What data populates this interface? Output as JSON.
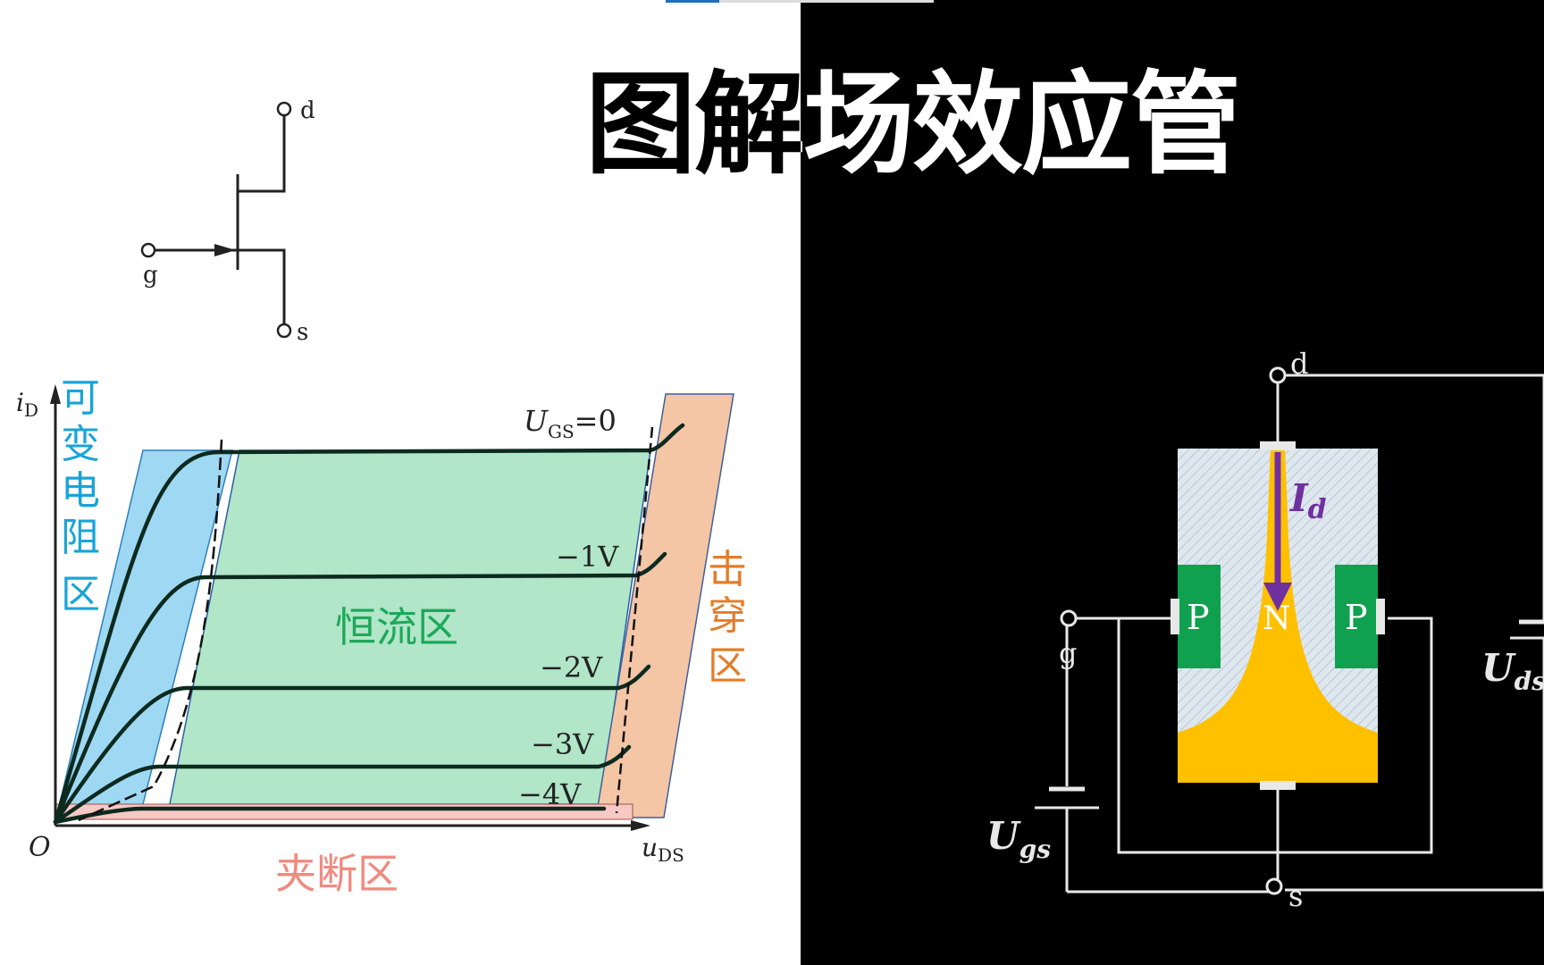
{
  "title": "图解场效应管",
  "symbol": {
    "drain_label": "d",
    "gate_label": "g",
    "source_label": "s"
  },
  "curves": {
    "y_axis_label": "i",
    "y_axis_sub": "D",
    "x_axis_label": "u",
    "x_axis_sub": "DS",
    "origin_label": "O",
    "ugs_label": "U",
    "ugs_sub": "GS",
    "ugs_value": "=0",
    "curve_labels": [
      "−1V",
      "−2V",
      "−3V",
      "−4V"
    ]
  },
  "regions": {
    "variable_resistance": [
      "可",
      "变",
      "电",
      "阻",
      "区"
    ],
    "constant_current": "恒流区",
    "breakdown": [
      "击",
      "穿",
      "区"
    ],
    "cutoff": "夹断区"
  },
  "device": {
    "drain_label": "d",
    "gate_label": "g",
    "source_label": "s",
    "p_left": "P",
    "n_channel": "N",
    "p_right": "P",
    "id_label": "I",
    "id_sub": "d",
    "ugs_label": "U",
    "ugs_sub": "gs",
    "uds_label": "U",
    "uds_sub": "ds"
  },
  "colors": {
    "blue_region": "#9ed8f2",
    "green_region": "#b1e6c8",
    "breakdown_region": "#f4c6a5",
    "cutoff_region": "#f7c9c4",
    "blue_text": "#19a4d8",
    "green_text": "#1da85a",
    "orange_text": "#e37d2a",
    "pink_text": "#f08a80",
    "p_region": "#0fa150",
    "n_channel": "#ffc000",
    "arrow": "#7030a0"
  }
}
